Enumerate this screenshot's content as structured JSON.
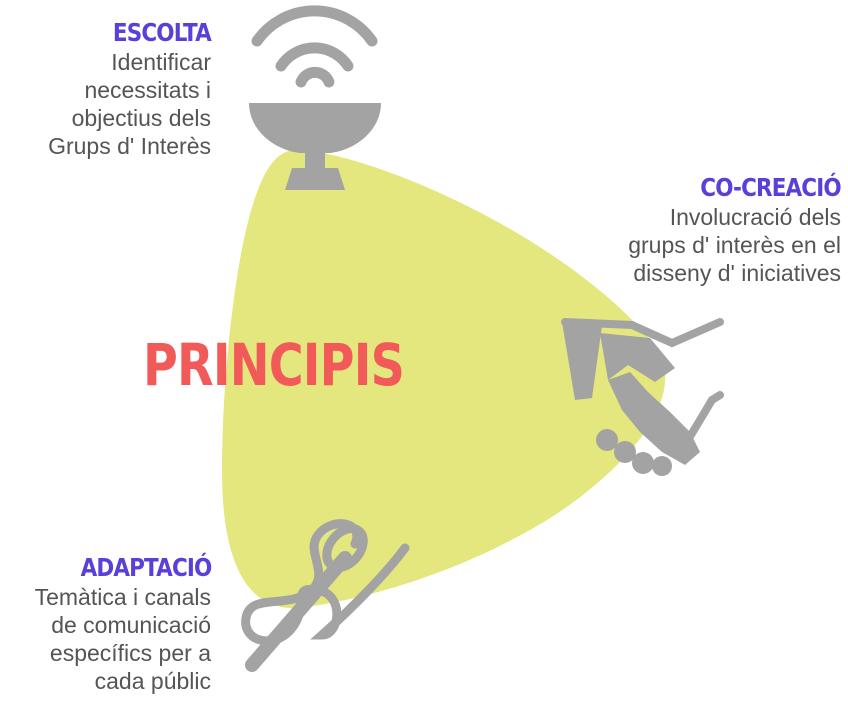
{
  "colors": {
    "shape_fill": "#e4e67e",
    "icon_gray": "#a3a3a3",
    "heading_color": "#5a3fd8",
    "title_color": "#f25a5a",
    "text_color": "#555555"
  },
  "title": "PRINCIPIS",
  "principles": [
    {
      "heading": "ESCOLTA",
      "description": "Identificar\nnecessitats i\nobjectius dels\nGrups d' Interès",
      "icon": "satellite-dish-icon"
    },
    {
      "heading": "CO-CREACIÓ",
      "description": "Involucració dels\ngrups d' interès en el\ndisseny d' iniciatives",
      "icon": "handshake-icon"
    },
    {
      "heading": "ADAPTACIÓ",
      "description": "Temàtica i canals\nde comunicació\nespecífics per a\ncada públic",
      "icon": "needle-thread-icon"
    }
  ]
}
